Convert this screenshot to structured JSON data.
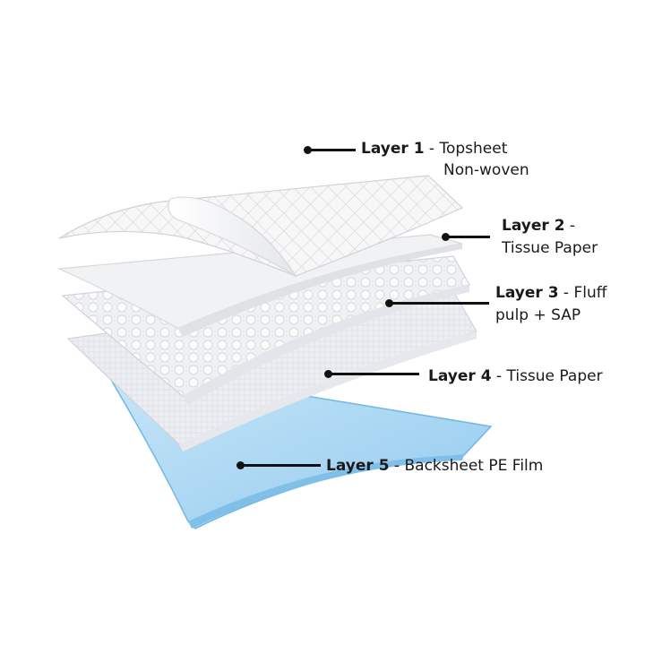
{
  "colors": {
    "backsheet": "#a9d6f2",
    "backsheet_edge": "#6fb7e6",
    "sheet": "#f3f4f6",
    "sheet_edge": "#d6d8dc",
    "leader": "#111111"
  },
  "layers": [
    {
      "name": "Layer 1",
      "sep": " - ",
      "line1": "Topsheet",
      "line2": "Non-woven"
    },
    {
      "name": "Layer 2",
      "sep": " -",
      "line1": "",
      "line2": "Tissue Paper"
    },
    {
      "name": "Layer 3",
      "sep": " - ",
      "line1": "Fluff",
      "line2": "pulp + SAP"
    },
    {
      "name": "Layer 4",
      "sep": " - ",
      "line1": "Tissue Paper",
      "line2": ""
    },
    {
      "name": "Layer 5",
      "sep": " - ",
      "line1": "Backsheet PE Film",
      "line2": ""
    }
  ]
}
